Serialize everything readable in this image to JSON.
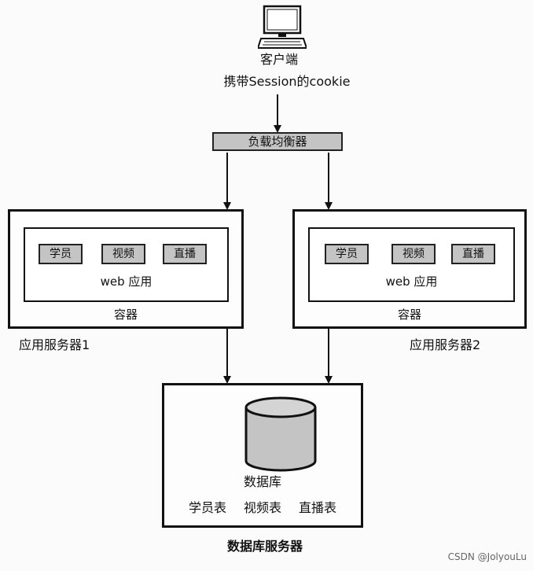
{
  "client": {
    "icon": "computer-icon",
    "label": "客户端",
    "sublabel": "携带Session的cookie"
  },
  "load_balancer": {
    "label": "负载均衡器"
  },
  "app_servers": [
    {
      "name": "应用服务器1",
      "modules": [
        "学员",
        "视频",
        "直播"
      ],
      "webapp_label": "web 应用",
      "container_label": "容器"
    },
    {
      "name": "应用服务器2",
      "modules": [
        "学员",
        "视频",
        "直播"
      ],
      "webapp_label": "web 应用",
      "container_label": "容器"
    }
  ],
  "db_server": {
    "icon": "database-icon",
    "db_label": "数据库",
    "tables": [
      "学员表",
      "视频表",
      "直播表"
    ],
    "name": "数据库服务器"
  },
  "watermark": "CSDN @JolyouLu",
  "colors": {
    "module_fill": "#c4c4c4",
    "border": "#111111",
    "background": "#fbfbfb"
  }
}
